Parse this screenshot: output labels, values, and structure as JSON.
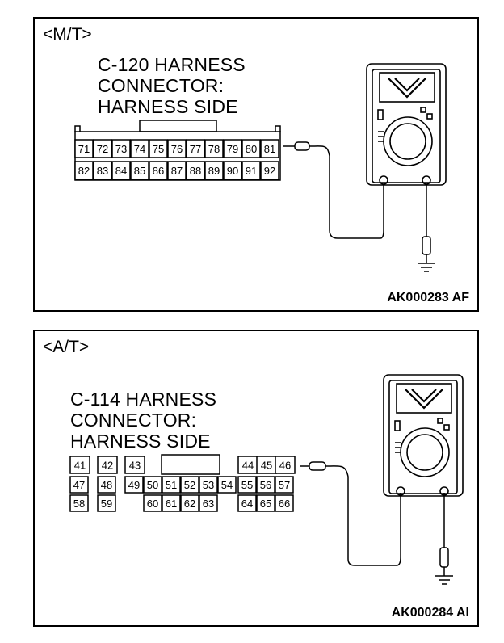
{
  "panels": [
    {
      "transmission": "<M/T>",
      "connector_title": [
        "C-120 HARNESS",
        "CONNECTOR:",
        "HARNESS SIDE"
      ],
      "pins_row1": [
        "71",
        "72",
        "73",
        "74",
        "75",
        "76",
        "77",
        "78",
        "79",
        "80",
        "81"
      ],
      "pins_row2": [
        "82",
        "83",
        "84",
        "85",
        "86",
        "87",
        "88",
        "89",
        "90",
        "91",
        "92"
      ],
      "code": "AK000283 AF"
    },
    {
      "transmission": "<A/T>",
      "connector_title": [
        "C-114 HARNESS",
        "CONNECTOR:",
        "HARNESS SIDE"
      ],
      "pins_row1": [
        "41",
        "42",
        "43",
        "44",
        "45",
        "46"
      ],
      "pins_row2": [
        "47",
        "48",
        "49",
        "50",
        "51",
        "52",
        "53",
        "54",
        "55",
        "56",
        "57"
      ],
      "pins_row3": [
        "58",
        "59",
        "60",
        "61",
        "62",
        "63",
        "64",
        "65",
        "66"
      ],
      "code": "AK000284 AI"
    }
  ]
}
